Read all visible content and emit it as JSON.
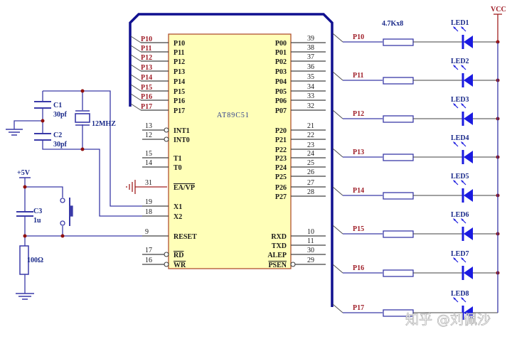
{
  "title": "AT89C51 LED driver schematic",
  "colors": {
    "wire_blue": "#3a3aa8",
    "bus_blue": "#101090",
    "chip_fill": "#ffffb8",
    "chip_border": "#b05030",
    "net_red": "#a0202a",
    "pin_line": "#404040",
    "junction": "#901010",
    "led_blue": "#1a1ae0",
    "ground_red": "#a02020"
  },
  "chip": {
    "name": "AT89C51",
    "left_pins": [
      {
        "label": "P10",
        "number": ""
      },
      {
        "label": "P11",
        "number": ""
      },
      {
        "label": "P12",
        "number": ""
      },
      {
        "label": "P13",
        "number": ""
      },
      {
        "label": "P14",
        "number": ""
      },
      {
        "label": "P15",
        "number": ""
      },
      {
        "label": "P16",
        "number": ""
      },
      {
        "label": "P17",
        "number": ""
      },
      {
        "label": "INT1",
        "number": "13",
        "inverted": true
      },
      {
        "label": "INT0",
        "number": "12",
        "inverted": true
      },
      {
        "label": "T1",
        "number": "15"
      },
      {
        "label": "T0",
        "number": "14"
      },
      {
        "label": "EA/VP",
        "number": "31"
      },
      {
        "label": "X1",
        "number": "19"
      },
      {
        "label": "X2",
        "number": "18"
      },
      {
        "label": "RESET",
        "number": "9"
      },
      {
        "label": "RD",
        "number": "17",
        "inverted": true
      },
      {
        "label": "WR",
        "number": "16",
        "inverted": true
      }
    ],
    "right_pins": [
      {
        "label": "P00",
        "number": "39"
      },
      {
        "label": "P01",
        "number": "38"
      },
      {
        "label": "P02",
        "number": "37"
      },
      {
        "label": "P03",
        "number": "36"
      },
      {
        "label": "P04",
        "number": "35"
      },
      {
        "label": "P05",
        "number": "34"
      },
      {
        "label": "P06",
        "number": "33"
      },
      {
        "label": "P07",
        "number": "32"
      },
      {
        "label": "P20",
        "number": "21"
      },
      {
        "label": "P21",
        "number": "22"
      },
      {
        "label": "P22",
        "number": "23"
      },
      {
        "label": "P23",
        "number": "24"
      },
      {
        "label": "P24",
        "number": "25"
      },
      {
        "label": "P25",
        "number": "26"
      },
      {
        "label": "P26",
        "number": "27"
      },
      {
        "label": "P27",
        "number": "28"
      },
      {
        "label": "RXD",
        "number": "10"
      },
      {
        "label": "TXD",
        "number": "11"
      },
      {
        "label": "ALEP",
        "number": "30"
      },
      {
        "label": "PSEN",
        "number": "29",
        "inverted": true
      }
    ]
  },
  "bus_nets_left": [
    "P10",
    "P11",
    "P12",
    "P13",
    "P14",
    "P15",
    "P16",
    "P17"
  ],
  "components": {
    "c1": {
      "ref": "C1",
      "value": "30pf"
    },
    "c2": {
      "ref": "C2",
      "value": "30pf"
    },
    "crystal": {
      "value": "12MHZ"
    },
    "c3": {
      "ref": "C3",
      "value": "1u"
    },
    "resistor": {
      "value": "100Ω"
    },
    "power": {
      "label": "+5V"
    },
    "vcc": {
      "label": "VCC"
    },
    "resistor_array": {
      "value": "4.7Kx8"
    }
  },
  "led_rows": [
    {
      "net": "P10",
      "led": "LED1"
    },
    {
      "net": "P11",
      "led": "LED2"
    },
    {
      "net": "P12",
      "led": "LED3"
    },
    {
      "net": "P13",
      "led": "LED4"
    },
    {
      "net": "P14",
      "led": "LED5"
    },
    {
      "net": "P15",
      "led": "LED6"
    },
    {
      "net": "P16",
      "led": "LED7"
    },
    {
      "net": "P17",
      "led": "LED8"
    }
  ],
  "watermark": "知乎 @刘佩沙"
}
